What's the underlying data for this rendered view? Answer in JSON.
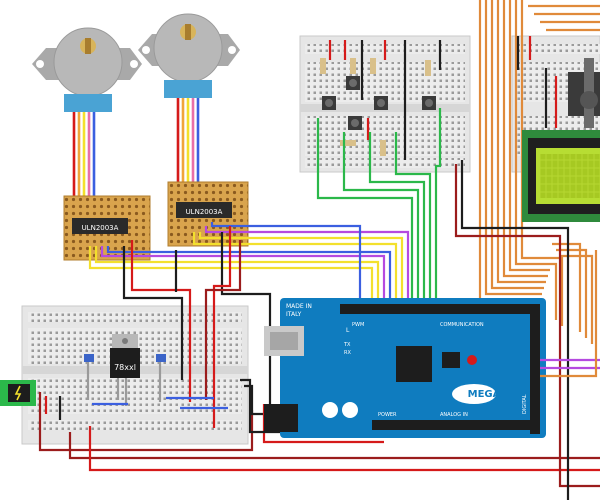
{
  "components": {
    "motor_driver_left": {
      "chip_label": "ULN2003A"
    },
    "motor_driver_right": {
      "chip_label": "ULN2003A"
    },
    "voltage_regulator": {
      "label": "78xxl"
    },
    "arduino": {
      "made_in": "MADE IN",
      "country": "ITALY",
      "pwm": "PWM",
      "communication": "COMMUNICATION",
      "tx": "TX",
      "rx": "RX",
      "led_l": "L",
      "board_name": "MEGA",
      "power": "POWER",
      "analog_in": "ANALOG IN",
      "digital": "DIGITAL"
    }
  },
  "colors": {
    "wire_red": "#d51a1a",
    "wire_dark_red": "#9b1c1c",
    "wire_black": "#1d1d1d",
    "wire_green": "#2bb84a",
    "wire_yellow": "#f3e02c",
    "wire_blue": "#3b5fe0",
    "wire_purple": "#b54ae0",
    "wire_orange": "#e08a3a",
    "arduino_blue": "#0f7cbf",
    "lcd_green": "#b7dd33",
    "pcb_green": "#2f8a3c",
    "breadboard": "#e9e9e9",
    "protoboard": "#d8a24a",
    "motor_grey": "#b8b8b8"
  }
}
